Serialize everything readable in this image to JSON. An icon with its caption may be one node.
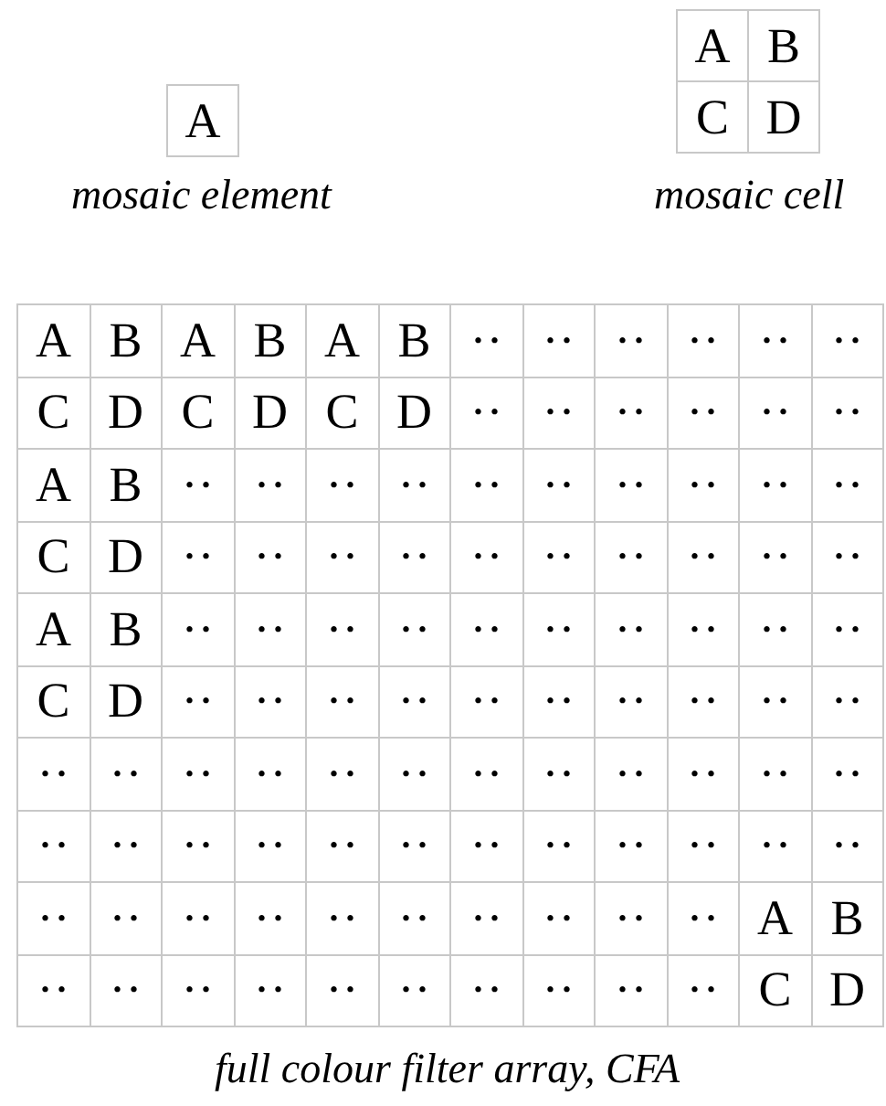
{
  "diagram": {
    "caption": "full colour filter array, CFA",
    "labels": [
      "A",
      "mosaic element",
      "A",
      "B",
      "C",
      "D",
      "mosaic cell",
      "A",
      "B",
      "A",
      "B",
      "A",
      "B",
      "··",
      "··",
      "··",
      "··",
      "··",
      "··",
      "C",
      "D",
      "C",
      "D",
      "C",
      "D",
      "··",
      "··",
      "··",
      "··",
      "··",
      "··",
      "A",
      "B",
      "··",
      "··",
      "··",
      "··",
      "··",
      "··",
      "··",
      "··",
      "··",
      "··",
      "C",
      "D",
      "··",
      "··",
      "··",
      "··",
      "··",
      "··",
      "··",
      "··",
      "··",
      "··",
      "A",
      "B",
      "··",
      "··",
      "··",
      "··",
      "··",
      "··",
      "··",
      "··",
      "··",
      "··",
      "C",
      "D",
      "··",
      "··",
      "··",
      "··",
      "··",
      "··",
      "··",
      "··",
      "··",
      "··",
      "··",
      "··",
      "··",
      "··",
      "··",
      "··",
      "··",
      "··",
      "··",
      "··",
      "··",
      "··",
      "··",
      "··",
      "··",
      "··",
      "··",
      "··",
      "··",
      "··",
      "··",
      "··",
      "··",
      "··",
      "··",
      "··",
      "··",
      "··",
      "··",
      "··",
      "··",
      "··",
      "··",
      "··",
      "A",
      "B",
      "··",
      "··",
      "··",
      "··",
      "··",
      "··",
      "··",
      "··",
      "··",
      "··",
      "C",
      "D"
    ]
  }
}
